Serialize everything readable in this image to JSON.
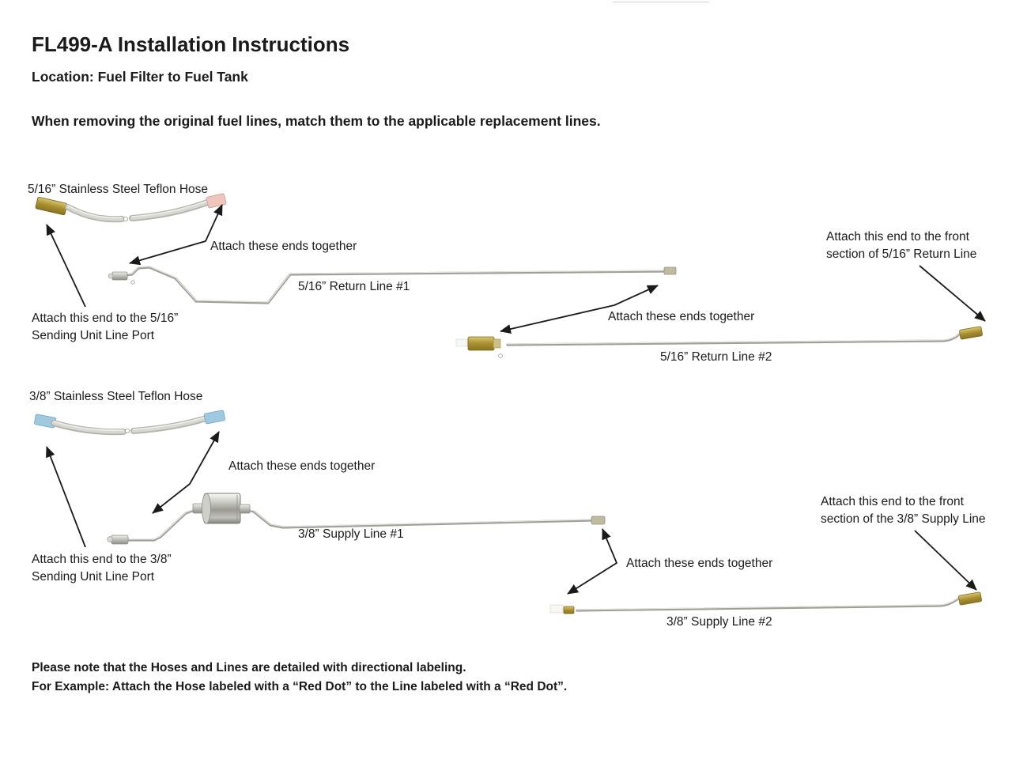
{
  "colors": {
    "text": "#1a1a1a",
    "arrow": "#1a1a1a",
    "tube": "#9f9f99",
    "brass": "#b09a45",
    "pink": "#eec6bc",
    "blue": "#9ec9de",
    "topbar": "#ededed"
  },
  "header": {
    "title": "FL499-A Installation Instructions",
    "location": "Location: Fuel Filter to Fuel Tank",
    "intro": "When removing the original fuel lines, match them to the applicable replacement lines."
  },
  "s516": {
    "hose_label": "5/16” Stainless Steel Teflon Hose",
    "attach_ends_top": "Attach these ends together",
    "line1_label": "5/16” Return Line #1",
    "attach_front_l1": "Attach this end to the front",
    "attach_front_l2": "section of 5/16” Return Line",
    "sending_l1": "Attach this end to the 5/16”",
    "sending_l2": "Sending Unit Line Port",
    "attach_ends_mid": "Attach these ends together",
    "line2_label": "5/16” Return Line #2"
  },
  "s38": {
    "hose_label": "3/8” Stainless Steel Teflon Hose",
    "attach_ends_top": "Attach these ends together",
    "line1_label": "3/8” Supply Line #1",
    "attach_front_l1": "Attach this end to the front",
    "attach_front_l2": "section of the 3/8” Supply Line",
    "sending_l1": "Attach this end to the 3/8”",
    "sending_l2": "Sending Unit Line Port",
    "attach_ends_bottom": "Attach these ends together",
    "line2_label": "3/8” Supply Line #2"
  },
  "footer": {
    "note_l1": "Please note that the Hoses and Lines are detailed with directional labeling.",
    "note_l2": "For Example: Attach the Hose labeled with a “Red Dot” to the Line labeled with a “Red Dot”."
  }
}
